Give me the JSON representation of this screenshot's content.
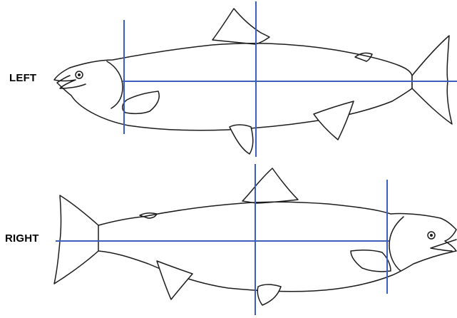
{
  "labels": {
    "left": "LEFT",
    "right": "RIGHT"
  },
  "colors": {
    "guide_line": "#3a5fbf",
    "fish_outline": "#1c1c1c",
    "background": "#ffffff",
    "label_text": "#000000"
  },
  "figure": {
    "views": [
      "left-lateral",
      "right-lateral"
    ],
    "guide_lines_per_view": {
      "vertical": 2,
      "horizontal": 1
    }
  }
}
